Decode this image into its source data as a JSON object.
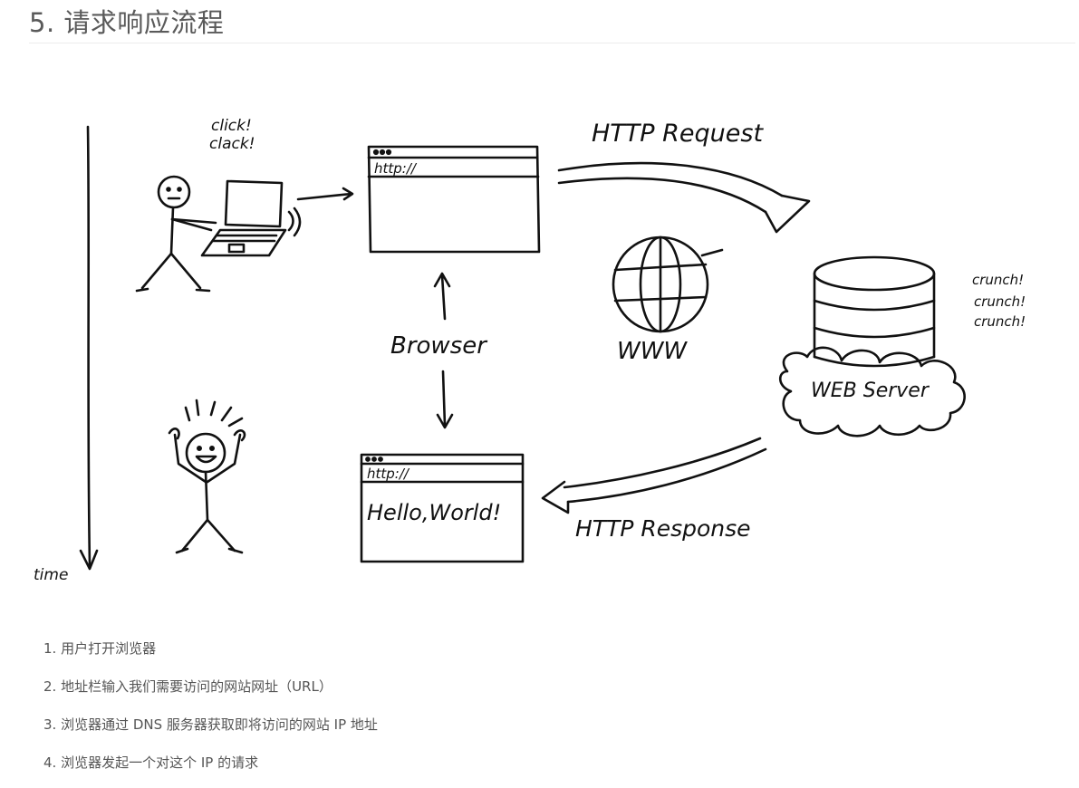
{
  "heading": "5. 请求响应流程",
  "diagram": {
    "time_label": "time",
    "click_label_1": "click!",
    "click_label_2": "clack!",
    "url_top": "http://",
    "url_bottom": "http://",
    "browser_label": "Browser",
    "hello_label": "Hello,World!",
    "request_label": "HTTP Request",
    "response_label": "HTTP Response",
    "www_label": "WWW",
    "server_label": "WEB Server",
    "crunch_1": "crunch!",
    "crunch_2": "crunch!",
    "crunch_3": "crunch!"
  },
  "steps": [
    "1. 用户打开浏览器",
    "2. 地址栏输入我们需要访问的网站网址（URL）",
    "3. 浏览器通过 DNS 服务器获取即将访问的网站 IP 地址",
    "4. 浏览器发起一个对这个 IP 的请求"
  ]
}
